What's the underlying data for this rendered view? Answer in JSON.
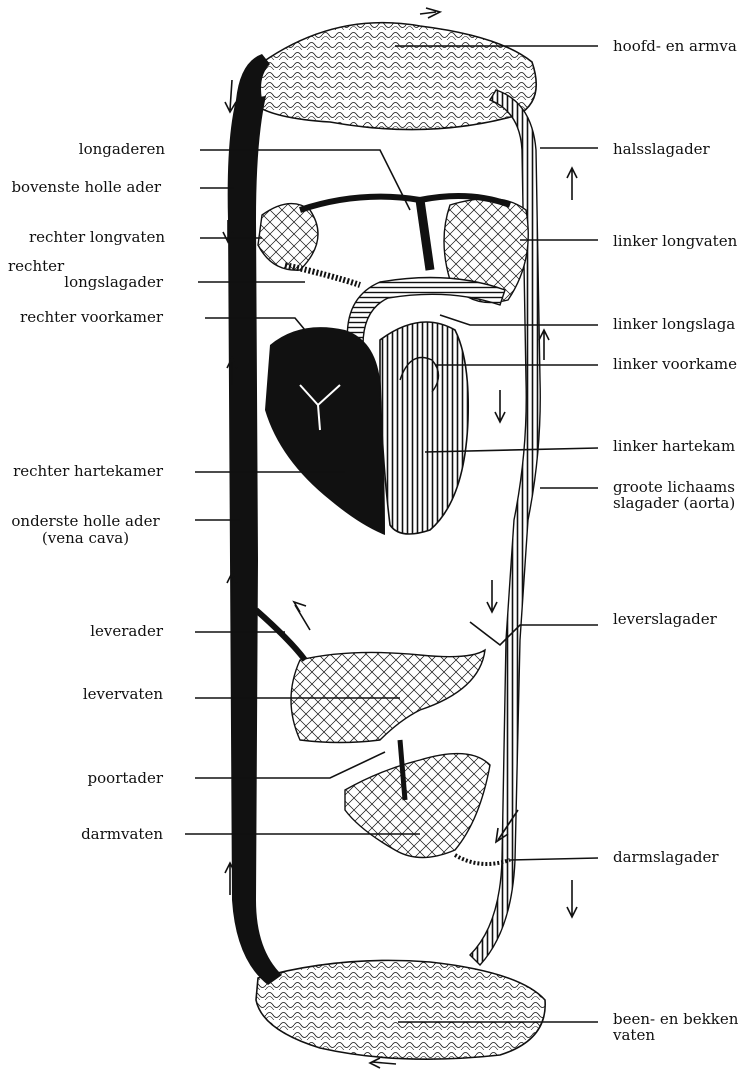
{
  "left_labels": [
    {
      "id": "longaderen",
      "lines": [
        "longaderen"
      ]
    },
    {
      "id": "bovenste-holle-ader",
      "lines": [
        "bovenste holle ader"
      ]
    },
    {
      "id": "rechter-longvaten",
      "lines": [
        "rechter longvaten"
      ]
    },
    {
      "id": "rechter-longslagader",
      "lines": [
        "rechter",
        "longslagader"
      ]
    },
    {
      "id": "rechter-voorkamer",
      "lines": [
        "rechter voorkamer"
      ]
    },
    {
      "id": "rechter-hartekamer",
      "lines": [
        "rechter hartekamer"
      ]
    },
    {
      "id": "onderste-holle-ader",
      "lines": [
        "onderste holle ader",
        "(vena cava)"
      ]
    },
    {
      "id": "leverader",
      "lines": [
        "leverader"
      ]
    },
    {
      "id": "levervaten",
      "lines": [
        "levervaten"
      ]
    },
    {
      "id": "poortader",
      "lines": [
        "poortader"
      ]
    },
    {
      "id": "darmvaten",
      "lines": [
        "darmvaten"
      ]
    }
  ],
  "right_labels": [
    {
      "id": "hoofd-en-armvaten",
      "lines": [
        "hoofd- en armva"
      ]
    },
    {
      "id": "halsslagader",
      "lines": [
        "halsslagader"
      ]
    },
    {
      "id": "linker-longvaten",
      "lines": [
        "linker longvaten"
      ]
    },
    {
      "id": "linker-longslagader",
      "lines": [
        "linker longslaga"
      ]
    },
    {
      "id": "linker-voorkamer",
      "lines": [
        "linker voorkame"
      ]
    },
    {
      "id": "linker-hartekamer",
      "lines": [
        "linker hartekam"
      ]
    },
    {
      "id": "aorta",
      "lines": [
        "groote lichaams",
        "slagader (aorta)"
      ]
    },
    {
      "id": "leverslagader",
      "lines": [
        "leverslagader"
      ]
    },
    {
      "id": "darmslagader",
      "lines": [
        "darmslagader"
      ]
    },
    {
      "id": "been-en-bekkenvaten",
      "lines": [
        "been- en bekken",
        "vaten"
      ]
    }
  ],
  "colors": {
    "ink": "#111111",
    "paper": "#ffffff"
  }
}
